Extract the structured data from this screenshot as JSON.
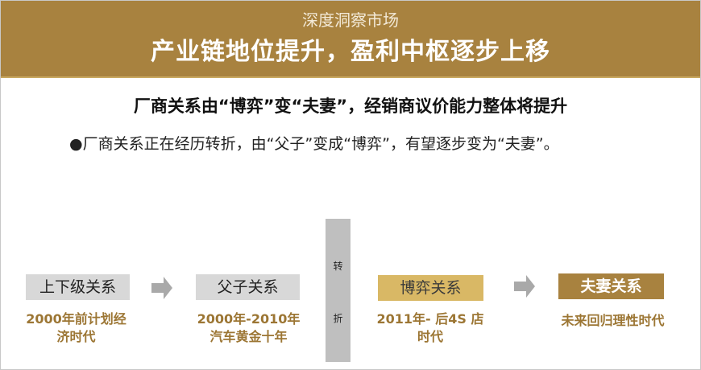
{
  "header": {
    "subtitle": "深度洞察市场",
    "title": "产业链地位提升，盈利中枢逐步上移"
  },
  "headline": "厂商关系由“博弈”变“夫妻”，经销商议价能力整体将提升",
  "bullet": "●厂商关系正在经历转折，由“父子”变成“博弈”，有望逐步变为“夫妻”。",
  "stages": [
    {
      "label": "上下级关系",
      "caption": "2000年前计划经济时代"
    },
    {
      "label": "父子关系",
      "caption": "2000年-2010年 汽车黄金十年"
    },
    {
      "label": "博弈关系",
      "caption": "2011年- 后4S 店 时代"
    },
    {
      "label": "夫妻关系",
      "caption": "未来回归理性时代"
    }
  ],
  "turning_point": {
    "char1": "转",
    "char2": "折"
  },
  "colors": {
    "brand_gold": "#a8823f",
    "light_gold": "#d9b865",
    "gray": "#d8d8d8"
  }
}
